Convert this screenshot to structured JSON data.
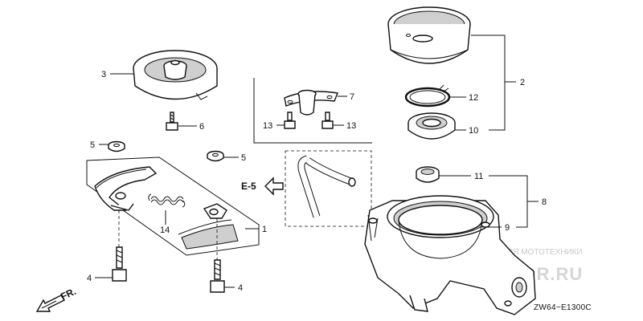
{
  "diagram": {
    "code": "ZW64−E1300C",
    "reference": "E-5",
    "direction_label": "FR.",
    "callouts": {
      "c1": "1",
      "c2": "2",
      "c3": "3",
      "c4a": "4",
      "c4b": "4",
      "c5a": "5",
      "c5b": "5",
      "c6": "6",
      "c7": "7",
      "c8": "8",
      "c9": "9",
      "c10": "10",
      "c11": "11",
      "c12": "12",
      "c13a": "13",
      "c13b": "13",
      "c14": "14"
    }
  },
  "watermark": {
    "tagline": "ЗАПЧАСТИ И АКСЕССУАРЫ ДЛЯ МОТОТЕХНИКИ",
    "site": "PARTSMOTOR.RU"
  }
}
